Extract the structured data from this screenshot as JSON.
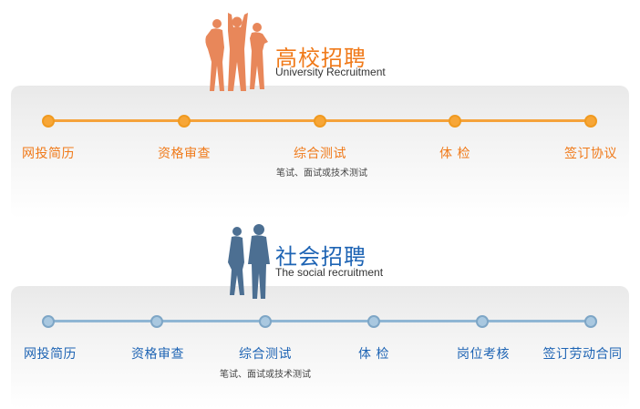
{
  "colors": {
    "university_accent": "#f07a1a",
    "university_line": "#f5a23a",
    "social_accent": "#1e64b4",
    "social_line": "#8fb6d4",
    "people_orange": "#e8875a",
    "people_blue": "#4c6f92"
  },
  "university": {
    "title_cn": "高校招聘",
    "title_en": "University Recruitment",
    "icon": "silhouette-group-students-icon",
    "steps": [
      {
        "label": "网投简历"
      },
      {
        "label": "资格审查"
      },
      {
        "label": "综合测试",
        "note": "笔试、面试或技术测试"
      },
      {
        "label": "体 检"
      },
      {
        "label": "签订协议"
      }
    ]
  },
  "social": {
    "title_cn": "社会招聘",
    "title_en": "The social recruitment",
    "icon": "silhouette-business-people-icon",
    "steps": [
      {
        "label": "网投简历"
      },
      {
        "label": "资格审查"
      },
      {
        "label": "综合测试",
        "note": "笔试、面试或技术测试"
      },
      {
        "label": "体 检"
      },
      {
        "label": "岗位考核"
      },
      {
        "label": "签订劳动合同"
      }
    ]
  }
}
